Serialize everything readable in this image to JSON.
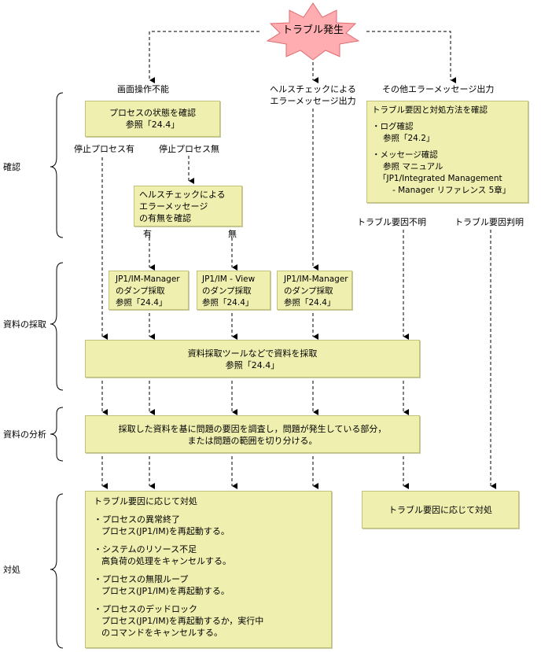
{
  "start": "トラブル発生",
  "phases": [
    "確認",
    "資料の採取",
    "資料の分析",
    "対処"
  ],
  "col_headers": {
    "left": "画面操作不能",
    "middle": [
      "ヘルスチェックによる",
      "エラーメッセージ出力"
    ],
    "right": "その他エラーメッセージ出力"
  },
  "check_process": [
    "プロセスの状態を確認",
    "参照「24.4」"
  ],
  "labels": {
    "stopped": "停止プロセス有",
    "no_stopped": "停止プロセス無",
    "yes": "有",
    "no": "無",
    "unknown_cause": "トラブル要因不明",
    "known_cause": "トラブル要因判明"
  },
  "health_check": [
    "ヘルスチェックによる",
    "エラーメッセージ",
    "の有無を確認"
  ],
  "right_box": {
    "title": "トラブル要因と対処方法を確認",
    "item1": [
      "・ログ確認",
      "参照「24.2」"
    ],
    "item2": [
      "・メッセージ確認",
      "参照 マニュアル",
      "「JP1/Integrated Management",
      "- Manager リファレンス 5章」"
    ]
  },
  "dump1": [
    "JP1/IM-Manager",
    "のダンプ採取",
    "参照「24.4」"
  ],
  "dump2": [
    "JP1/IM - View",
    "のダンプ採取",
    "参照「24.4」"
  ],
  "dump3": [
    "JP1/IM-Manager",
    "のダンプ採取",
    "参照「24.4」"
  ],
  "collect": [
    "資料採取ツールなどで資料を採取",
    "参照「24.4」"
  ],
  "analyze": [
    "採取した資料を基に問題の要因を調査し，問題が発生している部分，",
    "または問題の範囲を切り分ける。"
  ],
  "action_main": {
    "title": "トラブル要因に応じて対処",
    "items": [
      [
        "・プロセスの異常終了",
        "プロセス(JP1/IM)を再起動する。"
      ],
      [
        "・システムのリソース不足",
        "高負荷の処理をキャンセルする。"
      ],
      [
        "・プロセスの無限ループ",
        "プロセス(JP1/IM)を再起動する。"
      ],
      [
        "・プロセスのデッドロック",
        "プロセス(JP1/IM)を再起動するか，実行中",
        "のコマンドをキャンセルする。"
      ]
    ]
  },
  "action_right": "トラブル要因に応じて対処"
}
